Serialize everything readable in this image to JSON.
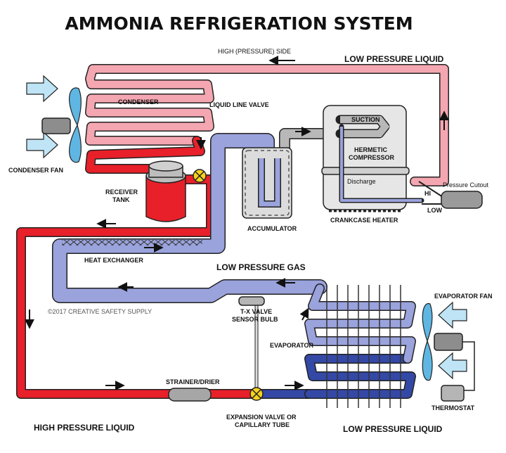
{
  "title": "AMMONIA REFRIGERATION SYSTEM",
  "labels": {
    "high_side": "HIGH (PRESSURE) SIDE",
    "low_pressure_liquid_top": "LOW PRESSURE LIQUID",
    "condenser": "CONDENSER",
    "liquid_line_valve": "LIQUID LINE VALVE",
    "suction": "SUCTION",
    "hermetic_1": "HERMETIC",
    "hermetic_2": "COMPRESSOR",
    "discharge": "Discharge",
    "pressure_cutout": "Pressure Cutout",
    "hi": "HI",
    "low": "LOW",
    "condenser_fan": "CONDENSER FAN",
    "receiver_1": "RECEIVER",
    "receiver_2": "TANK",
    "accumulator": "ACCUMULATOR",
    "crankcase_heater": "CRANKCASE HEATER",
    "heat_exchanger": "HEAT EXCHANGER",
    "low_pressure_gas": "LOW PRESSURE GAS",
    "copyright": "©2017 CREATIVE SAFETY SUPPLY",
    "evaporator_fan": "EVAPORATOR FAN",
    "tx_valve_1": "T-X VALVE",
    "tx_valve_2": "SENSOR BULB",
    "evaporator": "EVAPORATOR",
    "strainer": "STRAINER/DRIER",
    "expansion_1": "EXPANSION VALVE OR",
    "expansion_2": "CAPILLARY TUBE",
    "thermostat": "THERMOSTAT",
    "high_pressure_liquid": "HIGH PRESSURE LIQUID",
    "low_pressure_liquid_bottom": "LOW PRESSURE LIQUID"
  },
  "colors": {
    "high_pressure_liquid": "#e8202a",
    "high_pressure_gas": "#f4a7b1",
    "low_pressure_gas": "#9aa3dc",
    "low_pressure_liquid": "#3448a6",
    "component_gray": "#c9c9c9",
    "fan_blue": "#5fb6e2",
    "valve_yellow": "#f4d21e"
  },
  "icons": [
    "condenser-fan-icon",
    "evaporator-fan-icon",
    "flow-arrow-icon",
    "valve-icon",
    "motor-icon",
    "thermostat-icon"
  ]
}
